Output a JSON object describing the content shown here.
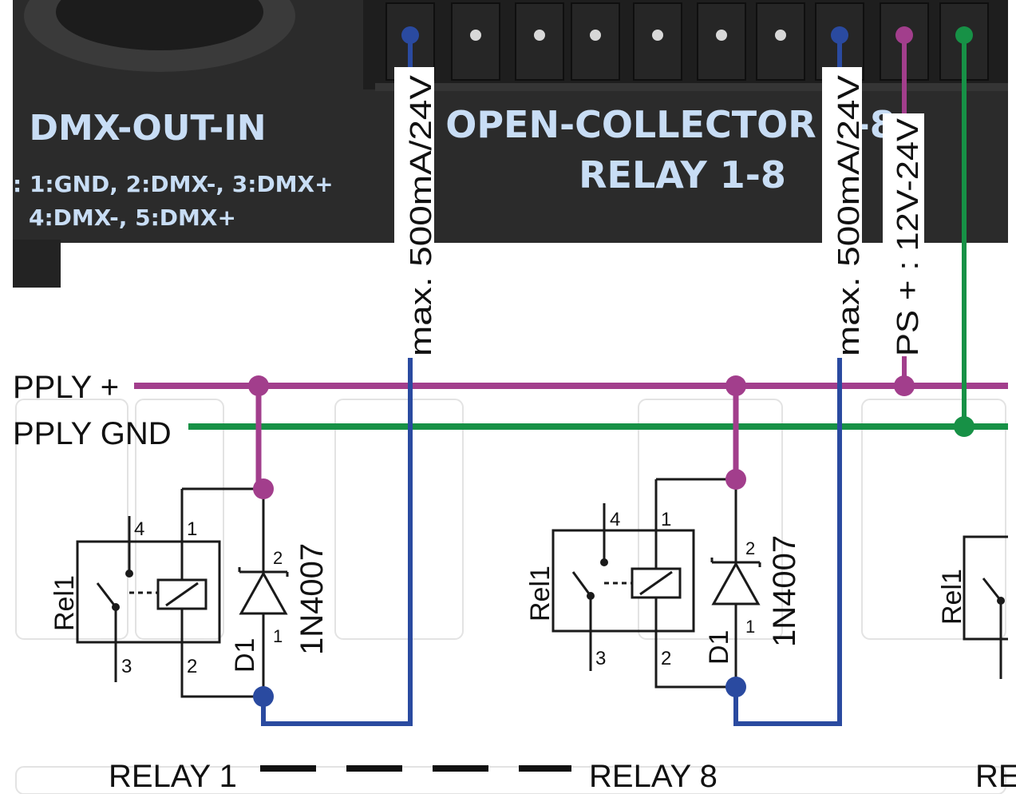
{
  "panel": {
    "dmx_title": "DMX-OUT-IN",
    "dmx_pins_line1": ": 1:GND,  2:DMX-,  3:DMX+",
    "dmx_pins_line2": "4:DMX-,  5:DMX+",
    "oc_title": "OPEN-COLLECTOR 1-8",
    "oc_subtitle": "RELAY 1-8"
  },
  "tags": {
    "current_left": "max. 500mA/24V",
    "current_right": "max. 500mA/24V",
    "ps_plus": "PS + : 12V-24V"
  },
  "rails": {
    "supply_plus": "PPLY +",
    "supply_gnd": "PPLY GND"
  },
  "relays": [
    {
      "ref": "Rel1",
      "pin1": "1",
      "pin2": "2",
      "pin3": "3",
      "pin4": "4",
      "diode_ref": "D1",
      "diode_type": "1N4007",
      "diode_pin_a": "2",
      "diode_pin_k": "1"
    },
    {
      "ref": "Rel1",
      "pin1": "1",
      "pin2": "2",
      "pin3": "3",
      "pin4": "4",
      "diode_ref": "D1",
      "diode_type": "1N4007",
      "diode_pin_a": "2",
      "diode_pin_k": "1"
    },
    {
      "ref": "Rel1"
    }
  ],
  "bottom": {
    "relay_first": "RELAY 1",
    "relay_last": "RELAY 8",
    "relay_partial": "RE"
  },
  "colors": {
    "supply_plus": "#a23e8c",
    "supply_gnd": "#179146",
    "signal": "#2a4aa0",
    "panel": "#2a2a2a",
    "panel_text": "#c8ddf5"
  }
}
